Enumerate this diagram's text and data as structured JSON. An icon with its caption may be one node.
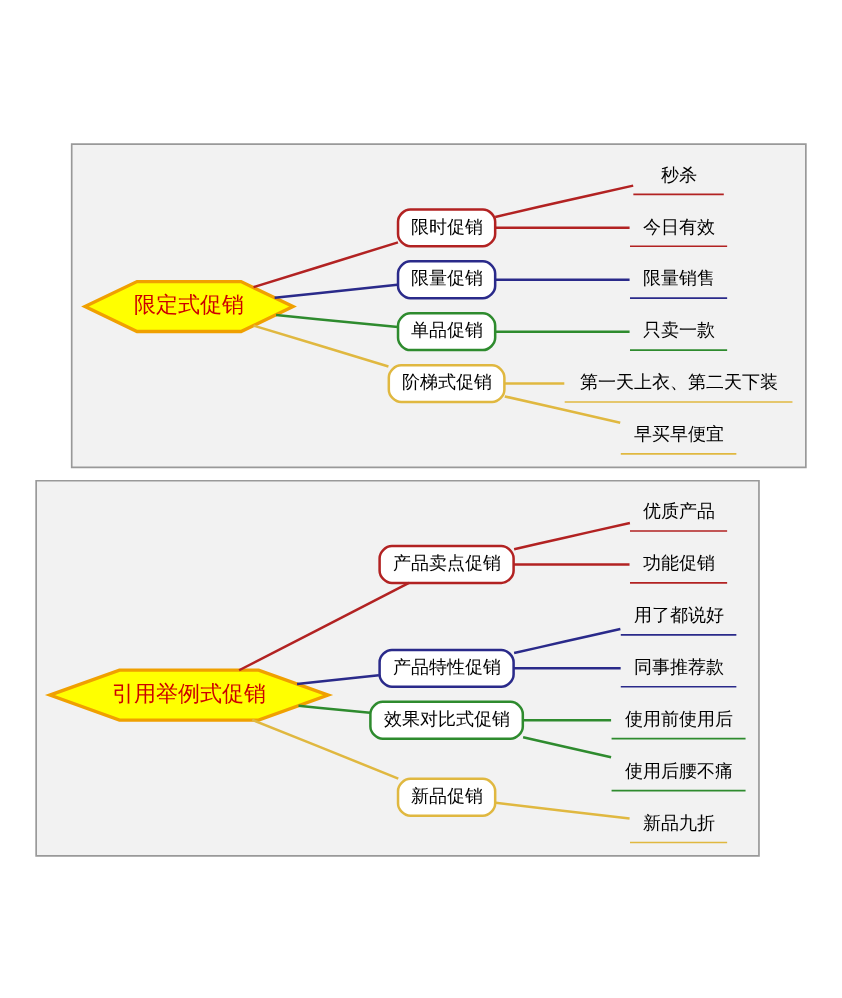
{
  "diagram": {
    "nodes": [
      {
        "text": [],
        "shape": "box"
      },
      {
        "text": [
          "限定式促销"
        ],
        "in": 0
      },
      {
        "text": [
          "限时促销"
        ],
        "in": 0
      },
      {
        "text": [
          "秒杀"
        ],
        "in": 0
      },
      {
        "text": [
          "今日有效"
        ],
        "in": 0
      },
      {
        "text": [
          "限量促销"
        ],
        "in": 0
      },
      {
        "text": [
          "限量销售"
        ],
        "in": 0
      },
      {
        "text": [
          "单品促销"
        ],
        "in": 0
      },
      {
        "text": [
          "只卖一款"
        ],
        "in": 0
      },
      {
        "text": [
          "阶梯式促销"
        ],
        "in": 0
      },
      {
        "text": [
          "第一天上衣、第二天下装"
        ],
        "in": 0
      },
      {
        "text": [
          "早买早便宜"
        ],
        "in": 0
      },
      {
        "text": [],
        "shape": "box"
      },
      {
        "text": [
          "引用举例式促销"
        ],
        "in": 12
      },
      {
        "text": [
          "产品卖点促销"
        ],
        "in": 12
      },
      {
        "text": [
          "优质产品"
        ],
        "in": 12
      },
      {
        "text": [
          "功能促销"
        ],
        "in": 12
      },
      {
        "text": [
          "产品特性促销"
        ],
        "in": 12
      },
      {
        "text": [
          "用了都说好"
        ],
        "in": 12
      },
      {
        "text": [
          "同事推荐款"
        ],
        "in": 12
      },
      {
        "text": [
          "效果对比式促销"
        ],
        "in": 12
      },
      {
        "text": [
          "使用前使用后"
        ],
        "in": 12
      },
      {
        "text": [
          "使用后腰不痛"
        ],
        "in": 12
      },
      {
        "text": [
          "新品促销"
        ],
        "in": 12
      },
      {
        "text": [
          "新品九折"
        ],
        "in": 12
      }
    ],
    "edges": [
      {
        "from": 1,
        "to": 2,
        "arrow": "none",
        "color": "#b22222"
      },
      {
        "from": 2,
        "to": 3,
        "arrow": "none",
        "color": "#b22222"
      },
      {
        "from": 2,
        "to": 4,
        "arrow": "none",
        "color": "#b22222"
      },
      {
        "from": 1,
        "to": 5,
        "arrow": "none",
        "color": "#2a2a8a"
      },
      {
        "from": 5,
        "to": 6,
        "arrow": "none",
        "color": "#2a2a8a"
      },
      {
        "from": 1,
        "to": 7,
        "arrow": "none",
        "color": "#2e8b2e"
      },
      {
        "from": 7,
        "to": 8,
        "arrow": "none",
        "color": "#2e8b2e"
      },
      {
        "from": 1,
        "to": 9,
        "arrow": "none",
        "color": "#e0b840"
      },
      {
        "from": 9,
        "to": 10,
        "arrow": "none",
        "color": "#e0b840"
      },
      {
        "from": 9,
        "to": 11,
        "arrow": "none",
        "color": "#e0b840"
      },
      {
        "from": 13,
        "to": 14,
        "arrow": "none",
        "color": "#b22222"
      },
      {
        "from": 14,
        "to": 15,
        "arrow": "none",
        "color": "#b22222"
      },
      {
        "from": 14,
        "to": 16,
        "arrow": "none",
        "color": "#b22222"
      },
      {
        "from": 13,
        "to": 17,
        "arrow": "none",
        "color": "#2a2a8a"
      },
      {
        "from": 17,
        "to": 18,
        "arrow": "none",
        "color": "#2a2a8a"
      },
      {
        "from": 17,
        "to": 19,
        "arrow": "none",
        "color": "#2a2a8a"
      },
      {
        "from": 13,
        "to": 20,
        "arrow": "none",
        "color": "#2e8b2e"
      },
      {
        "from": 20,
        "to": 21,
        "arrow": "none",
        "color": "#2e8b2e"
      },
      {
        "from": 20,
        "to": 22,
        "arrow": "none",
        "color": "#2e8b2e"
      },
      {
        "from": 13,
        "to": 23,
        "arrow": "none",
        "color": "#e0b840"
      },
      {
        "from": 23,
        "to": 24,
        "arrow": "none",
        "color": "#e0b840"
      }
    ]
  }
}
